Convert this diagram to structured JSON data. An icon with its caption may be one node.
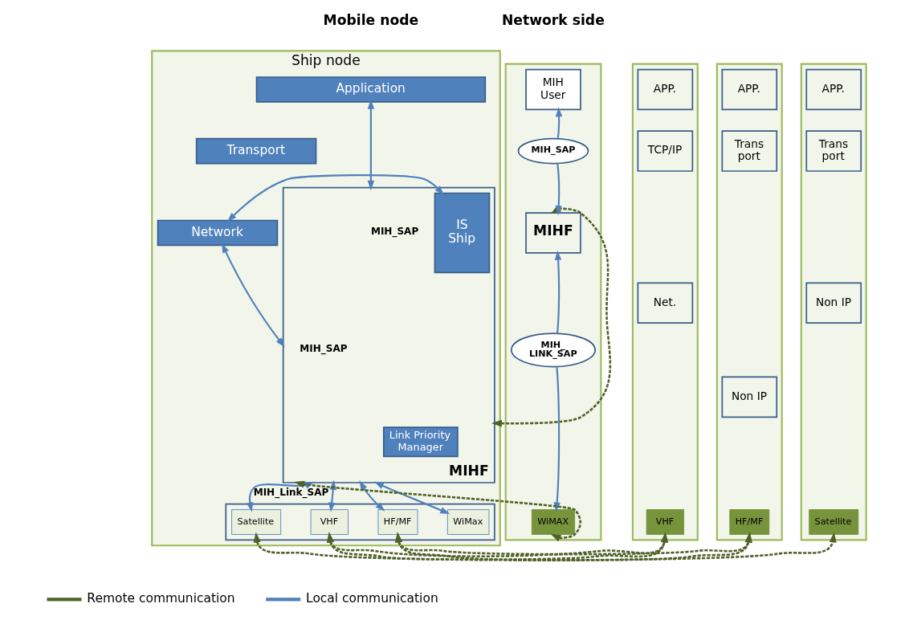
{
  "diagram": {
    "nodes": [
      {
        "text": [
          "Ship node"
        ]
      },
      {
        "text": [
          "Application"
        ],
        "in": 0
      },
      {
        "text": [
          "Transport"
        ],
        "in": 0
      },
      {
        "text": [
          "MIHF"
        ],
        "in": 0
      },
      {
        "text": [
          "Network"
        ],
        "in": 0
      },
      {
        "text": [
          "IS Ship"
        ],
        "in": 3
      },
      {
        "text": [
          "Link Priority Manager"
        ],
        "in": 3
      },
      {
        "text": [],
        "shape": "box",
        "in": 0
      },
      {
        "text": [
          "Satellite"
        ],
        "in": 7
      },
      {
        "text": [
          "VHF"
        ],
        "in": 7
      },
      {
        "text": [
          "HF/MF"
        ],
        "in": 7
      },
      {
        "text": [
          "WiMax"
        ],
        "in": 7
      },
      {
        "text": [],
        "shape": "box"
      },
      {
        "text": [
          "MIH User"
        ],
        "in": 12
      },
      {
        "text": [
          "MIH_SAP"
        ],
        "in": 12
      },
      {
        "text": [
          "MIHF"
        ],
        "in": 12
      },
      {
        "text": [
          "MIH_ LINK_SAP"
        ],
        "in": 12
      },
      {
        "text": [
          "WiMAX"
        ],
        "in": 12
      },
      {
        "text": [],
        "shape": "box"
      },
      {
        "text": [
          "APP."
        ],
        "in": 18
      },
      {
        "text": [
          "TCP/IP"
        ],
        "in": 18
      },
      {
        "text": [
          "Net."
        ],
        "in": 18
      },
      {
        "text": [
          "VHF"
        ],
        "in": 18
      },
      {
        "text": [],
        "shape": "box"
      },
      {
        "text": [
          "APP."
        ],
        "in": 23
      },
      {
        "text": [
          "Trans port"
        ],
        "in": 23
      },
      {
        "text": [
          "Non IP"
        ],
        "in": 23
      },
      {
        "text": [
          "HF/MF"
        ],
        "in": 23
      },
      {
        "text": [],
        "shape": "box"
      },
      {
        "text": [
          "APP."
        ],
        "in": 28
      },
      {
        "text": [
          "Trans port"
        ],
        "in": 28
      },
      {
        "text": [
          "Non IP"
        ],
        "in": 28
      },
      {
        "text": [
          "Satellite"
        ],
        "in": 28
      }
    ],
    "edges": [
      {
        "from": 1,
        "to": 3,
        "arrow": "both",
        "label": "MIH_SAP"
      },
      {
        "from": 5,
        "to": 4,
        "arrow": "both"
      },
      {
        "from": 4,
        "to": 3,
        "arrow": "both",
        "label": "MIH_SAP"
      },
      {
        "from": 3,
        "to": 8,
        "arrow": "both",
        "label": "MIH_Link_SAP"
      },
      {
        "from": 3,
        "to": 9,
        "arrow": "both"
      },
      {
        "from": 3,
        "to": 10,
        "arrow": "both"
      },
      {
        "from": 3,
        "to": 11,
        "arrow": "both"
      },
      {
        "from": 14,
        "to": 13,
        "arrow": "to"
      },
      {
        "from": 14,
        "to": 15,
        "arrow": "to"
      },
      {
        "from": 16,
        "to": 15,
        "arrow": "to"
      },
      {
        "from": 16,
        "to": 17,
        "arrow": "to"
      },
      {
        "from": 3,
        "to": 15,
        "arrow": "both",
        "style": "dashed",
        "color": "#4f6228"
      },
      {
        "from": 17,
        "to": 3,
        "arrow": "both",
        "style": "dashed",
        "color": "#4f6228"
      },
      {
        "from": 8,
        "to": 32,
        "arrow": "both",
        "style": "dashed",
        "color": "#4f6228"
      },
      {
        "from": 9,
        "to": 22,
        "arrow": "both",
        "style": "dashed",
        "color": "#4f6228"
      },
      {
        "from": 10,
        "to": 27,
        "arrow": "both",
        "style": "dashed",
        "color": "#4f6228"
      }
    ],
    "labels": [
      "Mobile node",
      "Network side"
    ],
    "legend": [
      {
        "text": "Remote communication"
      },
      {
        "text": "Local communication"
      }
    ]
  }
}
